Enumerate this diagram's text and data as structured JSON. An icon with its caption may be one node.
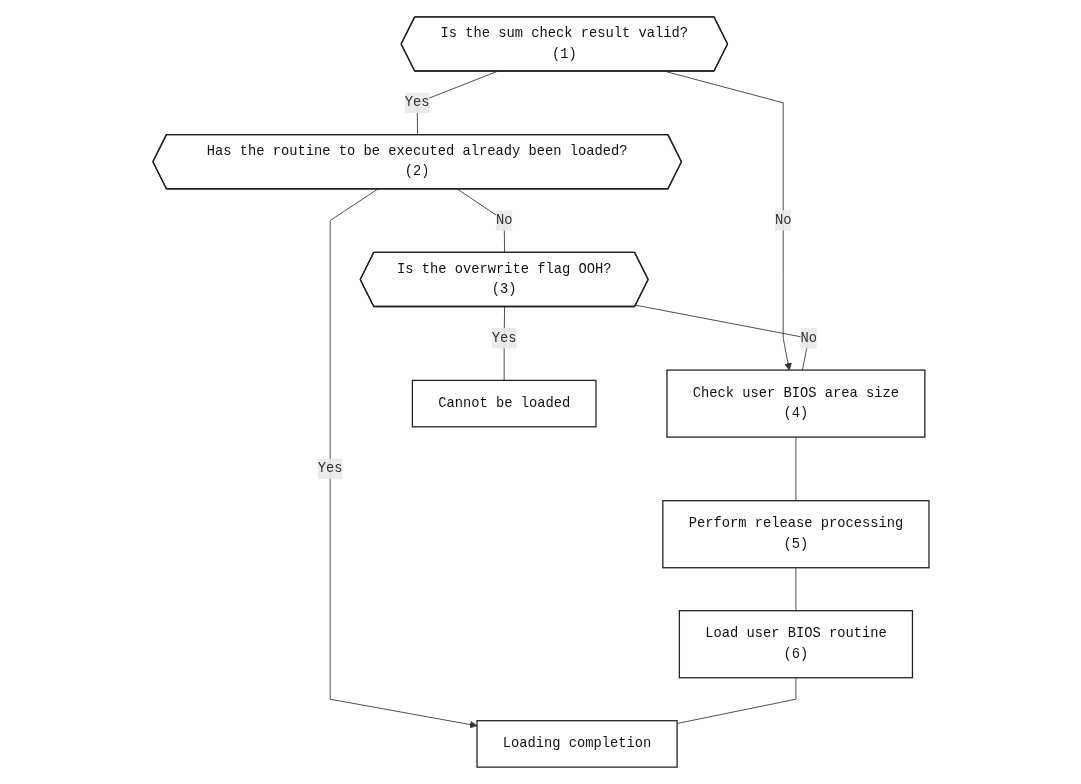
{
  "diagram": {
    "nodes": [
      {
        "text": [
          "Is the sum check result valid?",
          "(1)"
        ]
      },
      {
        "text": [
          "Has the routine to be executed already been loaded?",
          "(2)"
        ]
      },
      {
        "text": [
          "Is the overwrite flag OOH?",
          "(3)"
        ]
      },
      {
        "text": [
          "Check user BIOS area size",
          "(4)"
        ]
      },
      {
        "text": [
          "Cannot be loaded"
        ]
      },
      {
        "text": [
          "Perform release processing",
          "(5)"
        ]
      },
      {
        "text": [
          "Load user BIOS routine",
          "(6)"
        ]
      },
      {
        "text": [
          "Loading completion"
        ]
      }
    ],
    "edges": [
      {
        "from": 0,
        "to": 1,
        "arrow": "none",
        "label": "Yes"
      },
      {
        "from": 0,
        "to": 3,
        "arrow": "to",
        "label": "No"
      },
      {
        "from": 1,
        "to": 2,
        "arrow": "none",
        "label": "No"
      },
      {
        "from": 1,
        "to": 7,
        "arrow": "to",
        "label": "Yes"
      },
      {
        "from": 2,
        "to": 3,
        "arrow": "none",
        "label": "No"
      },
      {
        "from": 2,
        "to": 4,
        "arrow": "none",
        "label": "Yes"
      },
      {
        "from": 3,
        "to": 5,
        "arrow": "none"
      },
      {
        "from": 5,
        "to": 6,
        "arrow": "none"
      },
      {
        "from": 6,
        "to": 7,
        "arrow": "none"
      }
    ]
  }
}
